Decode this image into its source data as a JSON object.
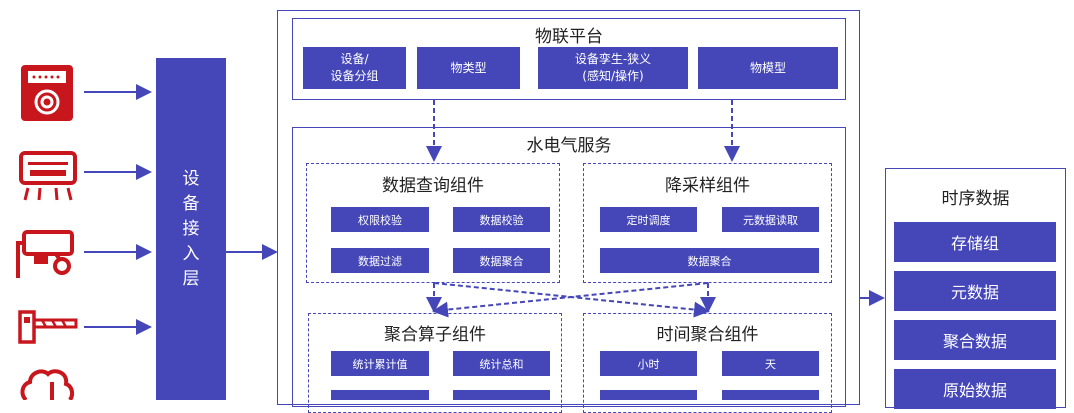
{
  "platform": {
    "title": "物联平台",
    "boxes": [
      "设备/\n设备分组",
      "物类型",
      "设备孪生-狭义\n(感知/操作)",
      "物模型"
    ]
  },
  "access_layer": {
    "label": "设\n备\n接\n入\n层"
  },
  "service": {
    "title": "水电气服务",
    "query": {
      "title": "数据查询组件",
      "items": [
        "权限校验",
        "数据校验",
        "数据过滤",
        "数据聚合"
      ]
    },
    "downsample": {
      "title": "降采样组件",
      "items": [
        "定时调度",
        "元数据读取",
        "数据聚合"
      ]
    },
    "aggregate": {
      "title": "聚合算子组件",
      "items": [
        "统计累计值",
        "统计总和"
      ]
    },
    "time_agg": {
      "title": "时间聚合组件",
      "items": [
        "小时",
        "天"
      ]
    }
  },
  "timeseries": {
    "title": "时序数据",
    "items": [
      "存储组",
      "元数据",
      "聚合数据",
      "原始数据"
    ]
  },
  "devices": [
    {
      "icon": "electric-meter-icon"
    },
    {
      "icon": "air-conditioner-icon"
    },
    {
      "icon": "camera-icon"
    },
    {
      "icon": "barrier-gate-icon"
    },
    {
      "icon": "cloud-icon"
    }
  ],
  "colors": {
    "accent": "#4547b8",
    "device": "#c8161d"
  }
}
